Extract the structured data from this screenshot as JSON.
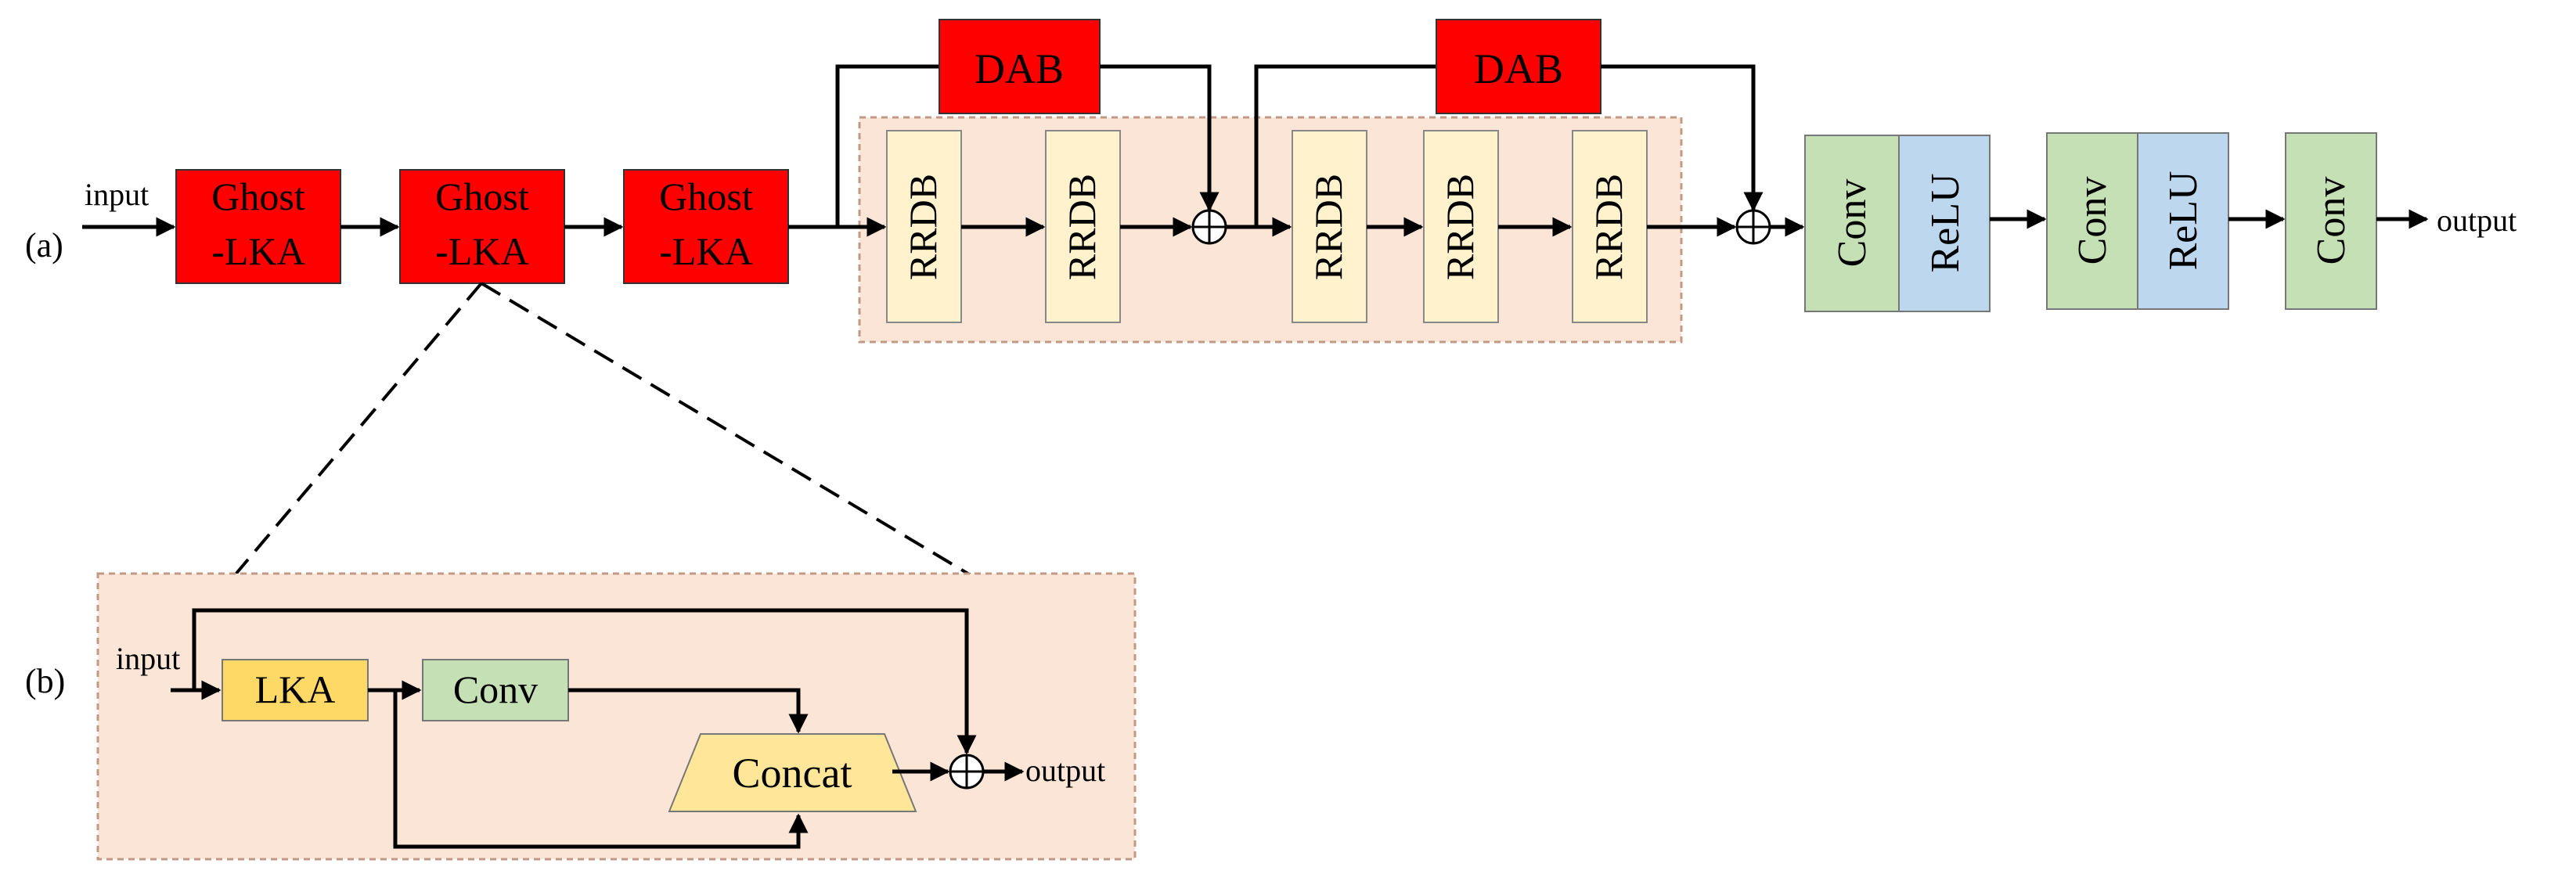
{
  "panel_a": {
    "label": "(a)",
    "input": "input",
    "output": "output",
    "ghost_lka": [
      "Ghost",
      "-LKA"
    ],
    "dab": "DAB",
    "rrdb": "RRDB",
    "conv": "Conv",
    "relu": "ReLU",
    "plus": "⊕"
  },
  "panel_b": {
    "label": "(b)",
    "input": "input",
    "output": "output",
    "lka": "LKA",
    "conv": "Conv",
    "concat": "Concat",
    "plus": "⊕"
  },
  "colors": {
    "red_block": "#ff0000",
    "rrdb_fill": "#fff2cc",
    "group_fill": "#fbe5d6",
    "conv_fill": "#c5e0b4",
    "relu_fill": "#bdd7ee",
    "lka_fill": "#ffd966",
    "concat_fill": "#ffe699"
  }
}
